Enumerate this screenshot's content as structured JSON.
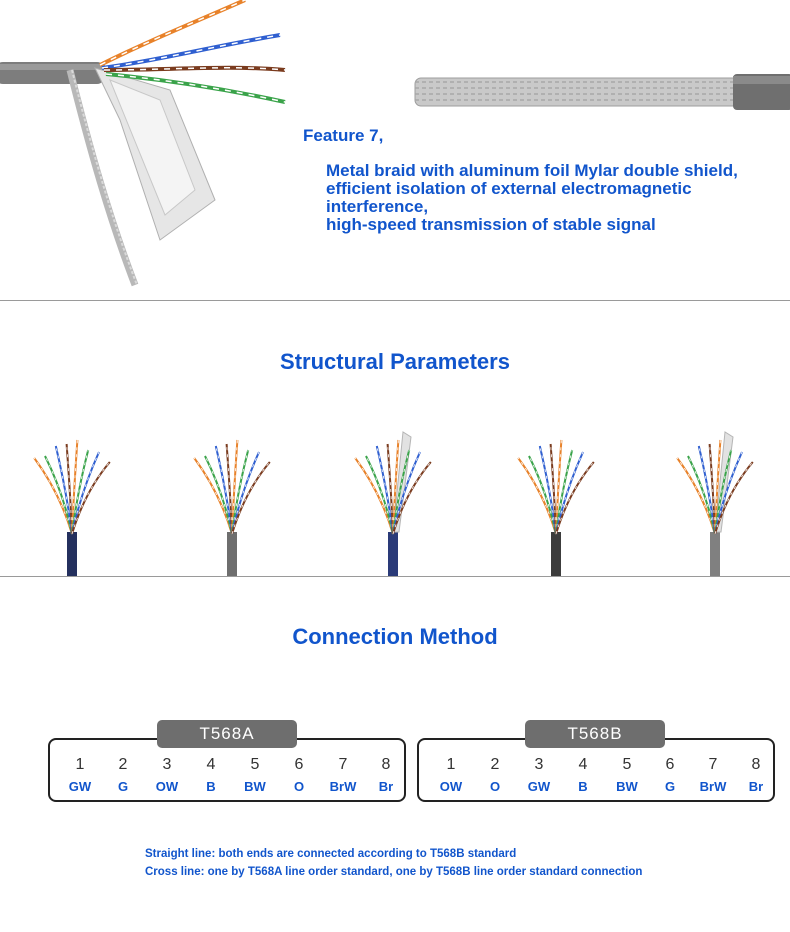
{
  "feature": {
    "title": "Feature 7,",
    "lines": [
      "Metal braid with aluminum foil Mylar double shield,",
      "efficient isolation of external electromagnetic interference,",
      "high-speed transmission of stable signal"
    ]
  },
  "structural": {
    "title": "Structural Parameters"
  },
  "connection": {
    "title": "Connection Method",
    "standards": [
      {
        "name": "T568A",
        "pins": [
          "1",
          "2",
          "3",
          "4",
          "5",
          "6",
          "7",
          "8"
        ],
        "codes": [
          "GW",
          "G",
          "OW",
          "B",
          "BW",
          "O",
          "BrW",
          "Br"
        ]
      },
      {
        "name": "T568B",
        "pins": [
          "1",
          "2",
          "3",
          "4",
          "5",
          "6",
          "7",
          "8"
        ],
        "codes": [
          "OW",
          "O",
          "GW",
          "B",
          "BW",
          "G",
          "BrW",
          "Br"
        ]
      }
    ]
  },
  "notes": {
    "straight": "Straight line: both ends are connected according to T568B standard",
    "cross": "Cross line: one by T568A line order standard, one by T568B line order standard connection"
  },
  "colors": {
    "accent": "#1155cc",
    "tab": "#6e6e6e",
    "divider": "#9a9a9a",
    "wire_orange": "#e8822a",
    "wire_green": "#3aa34a",
    "wire_blue": "#2f5fd0",
    "wire_brown": "#7a3b1e"
  }
}
